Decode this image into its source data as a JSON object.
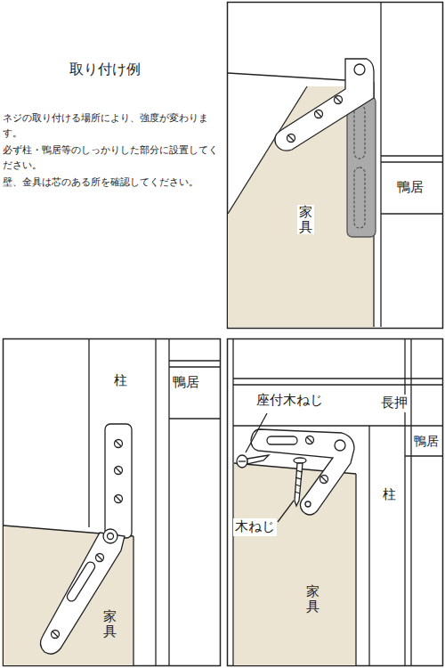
{
  "diagram": {
    "title": "取り付け例",
    "labels": [
      "ネジの取り付ける場所により、強度が変わります。",
      "必ず柱・鴨居等のしっかりした部分に設置してください。",
      "壁、金具は芯のある所を確認してください。",
      "家具",
      "鴨居",
      "柱",
      "鴨居",
      "家具",
      "座付木ねじ",
      "長押",
      "鴨居",
      "木ねじ",
      "柱",
      "家具"
    ]
  }
}
